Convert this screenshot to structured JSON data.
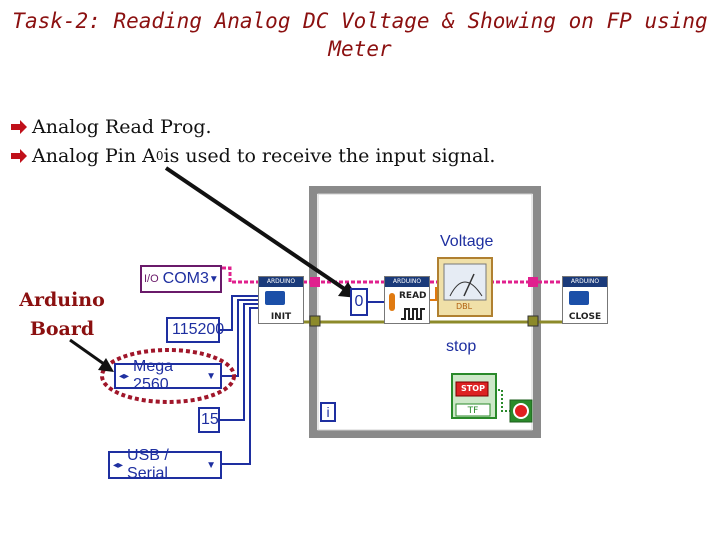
{
  "title": {
    "line1_prefix": "Task-2:",
    "line1_rest": " Reading Analog DC Voltage & Showing on FP using",
    "line2": "Meter"
  },
  "bullets": [
    {
      "text": "Analog Read Prog."
    },
    {
      "text_before": "Analog Pin A",
      "subscript": "0",
      "text_after": " is used to receive the input signal."
    }
  ],
  "side_label": {
    "line1": "Arduino",
    "line2": "Board"
  },
  "diagram": {
    "com_port": "COM3",
    "baud_rate": "115200",
    "board_type": "Mega 2560",
    "bytes": "15",
    "connection": "USB / Serial",
    "pin_constant": "0",
    "vis": {
      "init": "INIT",
      "read": "READ",
      "close": "CLOSE",
      "header": "ARDUINO"
    },
    "voltage_label": "Voltage",
    "stop_label": "stop",
    "stop_button": "STOP",
    "tf_label": "TF",
    "dbl_label": "DBL",
    "iteration": "i",
    "colors": {
      "accent": "#8b1010",
      "wire_pink": "#e0208e",
      "wire_olive": "#8c8a2a",
      "wire_blue": "#1e2fa0",
      "loop_gray": "#8a8a8a",
      "highlight": "#a0162a"
    }
  }
}
